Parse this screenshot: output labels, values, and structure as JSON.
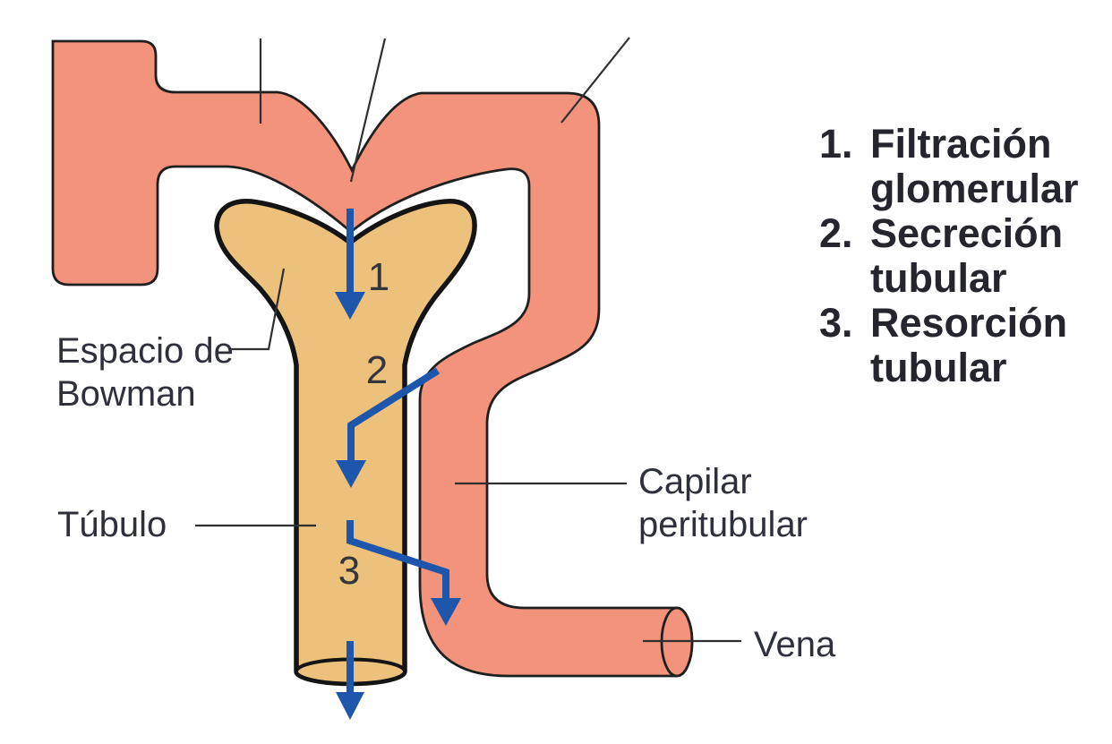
{
  "figure": {
    "colors": {
      "vessel_fill": "#F4937C",
      "tubule_fill": "#EBC17B",
      "arrow_blue": "#1E56AC",
      "outline_dark": "#1b1b1b",
      "label_text": "#2e313c",
      "legend_text": "#24252d"
    },
    "labels": {
      "bowman_space": "Espacio de Bowman",
      "tubule": "Túbulo",
      "peritubular_capillary": "Capilar peritubular",
      "vein": "Vena"
    },
    "step_markers": {
      "filtration": "1",
      "secretion": "2",
      "resorption": "3"
    },
    "legend": {
      "items": [
        {
          "number": "1.",
          "text": "Filtración glomerular"
        },
        {
          "number": "2.",
          "text": "Secreción tubular"
        },
        {
          "number": "3.",
          "text": "Resorción tubular"
        }
      ]
    }
  }
}
